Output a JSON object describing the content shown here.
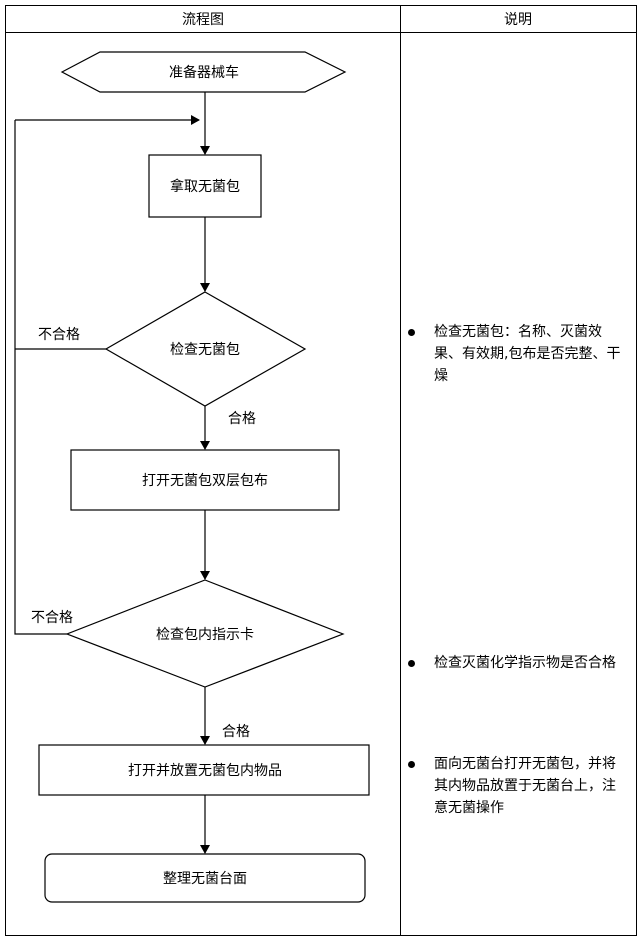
{
  "table": {
    "header_left": "流程图",
    "header_right": "说明"
  },
  "flow": {
    "start": "准备器械车",
    "step_take": "拿取无菌包",
    "check_pack": "检查无菌包",
    "open_outer": "打开无菌包双层包布",
    "check_card": "检查包内指示卡",
    "place_items": "打开并放置无菌包内物品",
    "end": "整理无菌台面",
    "pass_label": "合格",
    "fail_label": "不合格"
  },
  "notes": [
    "检查无菌包：名称、灭菌效果、有效期,包布是否完整、干燥",
    "检查灭菌化学指示物是否合格",
    "面向无菌台打开无菌包，并将其内物品放置于无菌台上，注意无菌操作"
  ]
}
